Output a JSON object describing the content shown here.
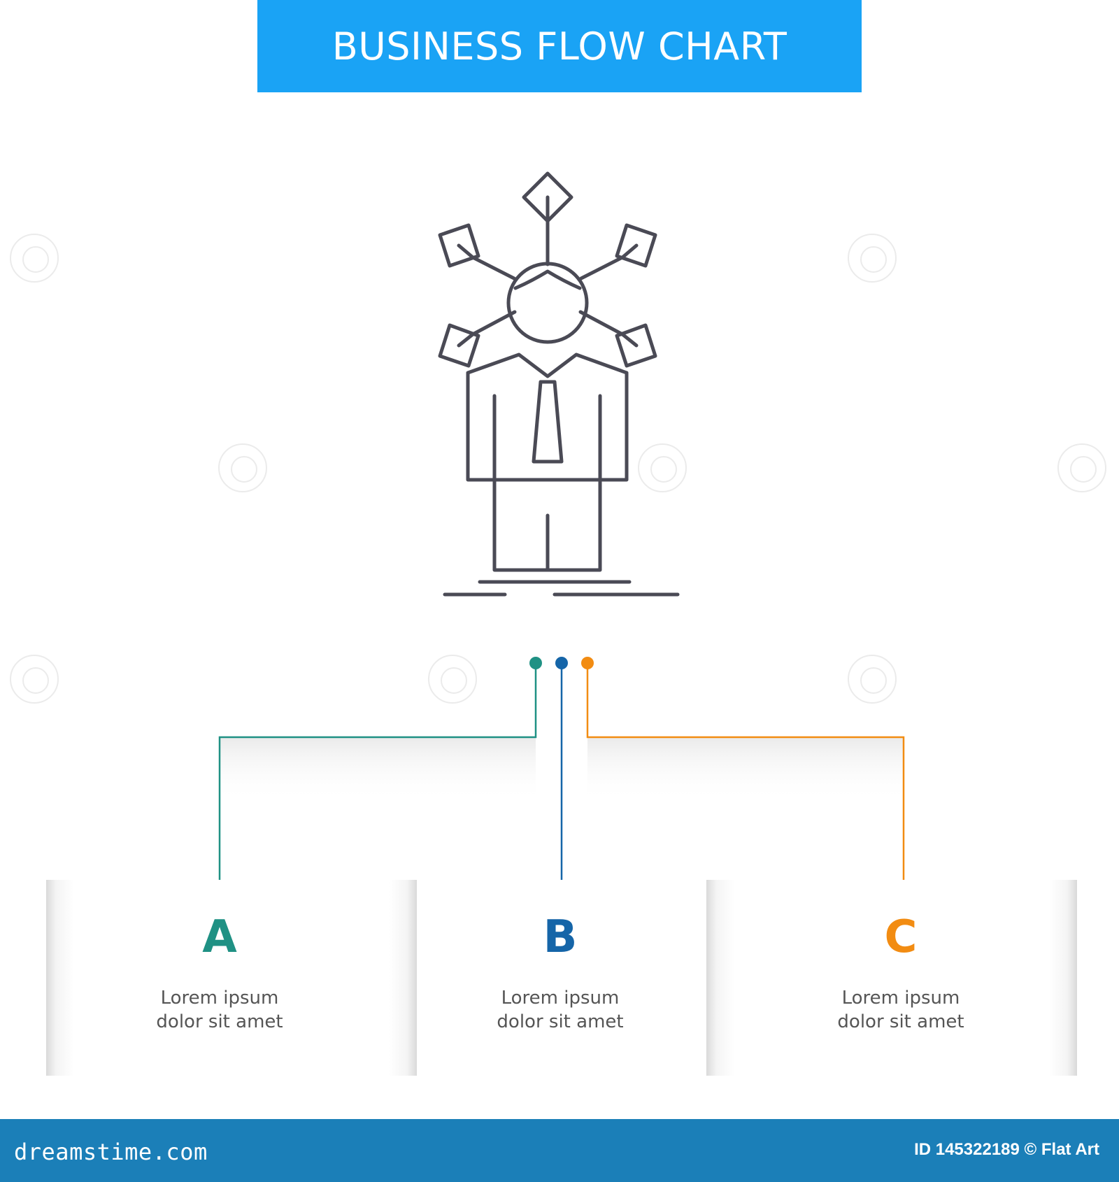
{
  "title": "BUSINESS FLOW CHART",
  "colors": {
    "banner": "#1aa3f5",
    "footer": "#1b7fb8",
    "a": "#1f9184",
    "b": "#1565a8",
    "c": "#f28c12",
    "icon_stroke": "#4a4a55"
  },
  "icon": {
    "name": "business-person-network-icon"
  },
  "steps": [
    {
      "letter": "A",
      "line1": "Lorem ipsum",
      "line2": "dolor sit amet"
    },
    {
      "letter": "B",
      "line1": "Lorem ipsum",
      "line2": "dolor sit amet"
    },
    {
      "letter": "C",
      "line1": "Lorem ipsum",
      "line2": "dolor sit amet"
    }
  ],
  "footer": {
    "brand": "dreamstime.com",
    "image_id": "ID 145322189 © Flat Art"
  }
}
